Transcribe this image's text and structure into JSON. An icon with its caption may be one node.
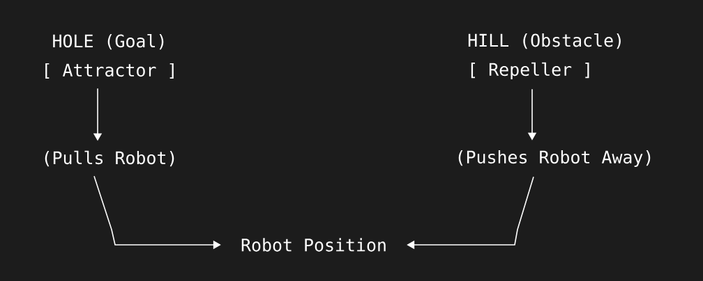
{
  "diagram": {
    "nodes": [
      {
        "text": [
          "HOLE (Goal)",
          "[ Attractor ]"
        ]
      },
      {
        "text": [
          "(Pulls Robot)"
        ]
      },
      {
        "text": [
          "HILL (Obstacle)",
          "[ Repeller ]"
        ]
      },
      {
        "text": [
          "(Pushes Robot Away)"
        ]
      },
      {
        "text": [
          "Robot Position"
        ]
      }
    ],
    "edges": [
      {
        "from": 0,
        "to": 1,
        "arrow": "to"
      },
      {
        "from": 2,
        "to": 3,
        "arrow": "to"
      },
      {
        "from": 1,
        "to": 4,
        "arrow": "to"
      },
      {
        "from": 3,
        "to": 4,
        "arrow": "to"
      }
    ]
  }
}
